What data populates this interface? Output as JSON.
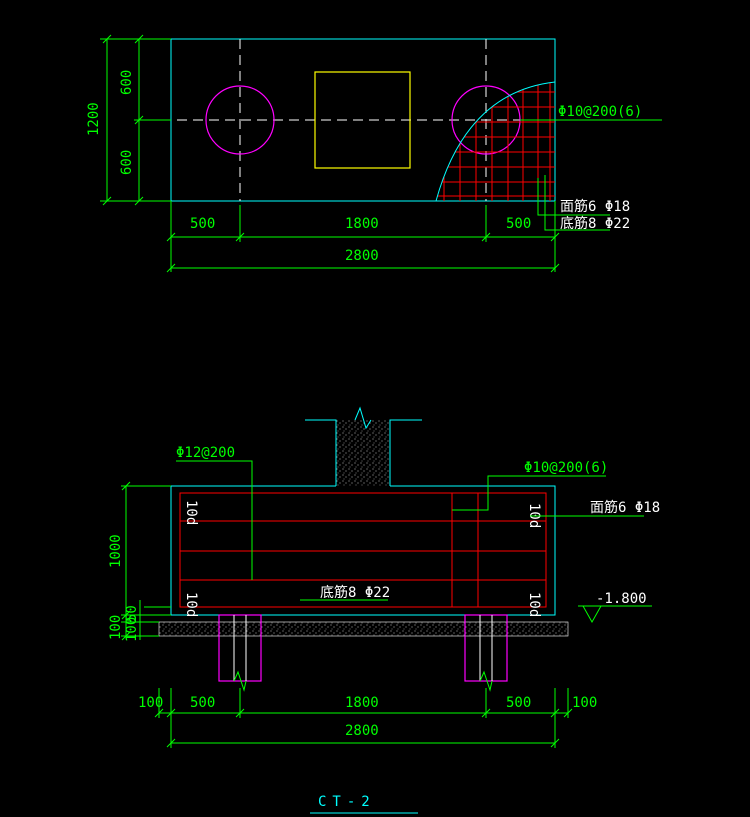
{
  "plan": {
    "dim_total_height": "1200",
    "dim_upper": "600",
    "dim_lower": "600",
    "dim_left": "500",
    "dim_mid": "1800",
    "dim_right": "500",
    "dim_total_width": "2800",
    "stirrup_label": "Φ10@200(6)",
    "top_bar_label": "面筋6 Φ18",
    "bottom_bar_label": "底筋8 Φ22"
  },
  "section": {
    "side_bar_label": "Φ12@200",
    "stirrup_label": "Φ10@200(6)",
    "top_bar_label": "面筋6 Φ18",
    "bottom_bar_label": "底筋8 Φ22",
    "elevation_label": "-1.800",
    "dim_height": "1000",
    "dim_small_50": "50",
    "dim_pad": "100",
    "pile_label": "100",
    "dim_left_edge": "100",
    "dim_left": "500",
    "dim_mid": "1800",
    "dim_right": "500",
    "dim_right_edge": "100",
    "dim_total_width": "2800"
  },
  "title": "CT-2",
  "colors": {
    "outline": "#00ffff",
    "dimension": "#00ff00",
    "rebar": "#ff0000",
    "pile_circle": "#ff00ff",
    "column": "#ffff00",
    "text": "#ffffff"
  }
}
